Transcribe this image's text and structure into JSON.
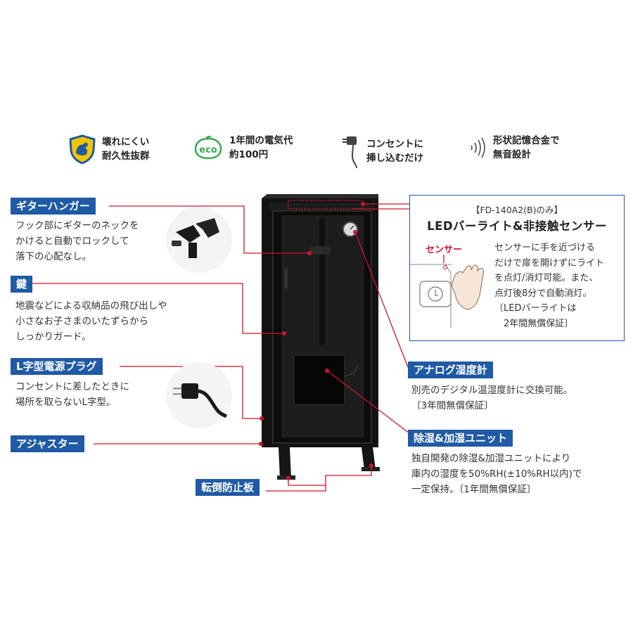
{
  "features": [
    {
      "icon": "shield-arm-icon",
      "lines": [
        "壊れにくい",
        "耐久性抜群"
      ]
    },
    {
      "icon": "eco-leaf-icon",
      "icon_text": "eco",
      "lines": [
        "1年間の電気代",
        "約100円"
      ]
    },
    {
      "icon": "power-plug-icon",
      "lines": [
        "コンセントに",
        "挿し込むだけ"
      ]
    },
    {
      "icon": "silent-waves-icon",
      "lines": [
        "形状記憶合金で",
        "無音設計"
      ]
    }
  ],
  "callouts": {
    "guitar_hanger": {
      "label": "ギターハンガー",
      "desc": [
        "フック部にギターのネックを",
        "かけると自動でロックして",
        "落下の心配なし。"
      ]
    },
    "key": {
      "label": "鍵",
      "desc": [
        "地震などによる収納品の飛び出しや",
        "小さなお子さまのいたずらから",
        "しっかりガード。"
      ]
    },
    "plug": {
      "label": "L字型電源プラグ",
      "desc": [
        "コンセントに差したときに",
        "場所を取らないL字型。"
      ]
    },
    "adjuster": {
      "label": "アジャスター"
    },
    "anti_tip": {
      "label": "転倒防止板"
    },
    "hygrometer": {
      "label": "アナログ湿度計",
      "desc": [
        "別売のデジタル温湿度計に交換可能。",
        "〔3年間無償保証〕"
      ]
    },
    "unit": {
      "label": "除湿&加湿ユニット",
      "desc": [
        "独自開発の除湿&加湿ユニットにより",
        "庫内の湿度を50%RH(±10%RH以内)で",
        "一定保持。〔1年間無償保証〕"
      ]
    }
  },
  "sensor_box": {
    "model": "【FD-140A2(B)のみ】",
    "title": "LEDバーライト&非接触センサー",
    "sensor_label": "センサー",
    "lines": [
      "センサーに手を近づける",
      "だけで扉を開けずにライト",
      "を点灯/消灯可能。また、",
      "点灯後8分で自動消灯。",
      "〔LEDバーライトは",
      "　2年間無償保証〕"
    ]
  },
  "colors": {
    "label_bg": "#1f5aa6",
    "leader": "#d0142c",
    "cabinet": "#151515"
  }
}
